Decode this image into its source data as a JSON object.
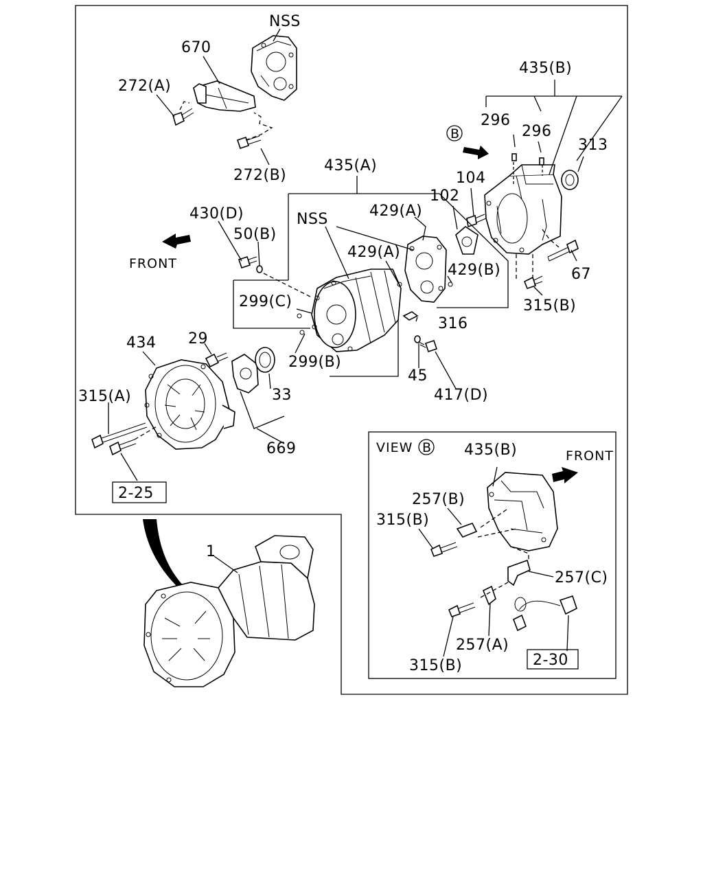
{
  "labels": {
    "nss_top": "NSS",
    "p670": "670",
    "p272a": "272(A)",
    "p272b": "272(B)",
    "p435b_top": "435(B)",
    "p296a": "296",
    "p296b": "296",
    "p313": "313",
    "view_b_marker": "B",
    "p104": "104",
    "p102": "102",
    "p435a": "435(A)",
    "p429a_top": "429(A)",
    "nss_mid": "NSS",
    "p429a_mid": "429(A)",
    "p429b": "429(B)",
    "p430d": "430(D)",
    "p50b": "50(B)",
    "front_left": "FRONT",
    "p67": "67",
    "p315b_top": "315(B)",
    "p299c": "299(C)",
    "p316": "316",
    "p434": "434",
    "p29": "29",
    "p299b": "299(B)",
    "p45": "45",
    "p417d": "417(D)",
    "p33": "33",
    "p315a": "315(A)",
    "p669": "669",
    "ref_2_25": "2-25",
    "p1": "1",
    "view_title": "VIEW",
    "view_b_circle": "B",
    "p435b_view": "435(B)",
    "front_view": "FRONT",
    "p257b": "257(B)",
    "p315b_view_top": "315(B)",
    "p257c": "257(C)",
    "p257a": "257(A)",
    "p315b_view_bottom": "315(B)",
    "ref_2_30": "2-30"
  }
}
